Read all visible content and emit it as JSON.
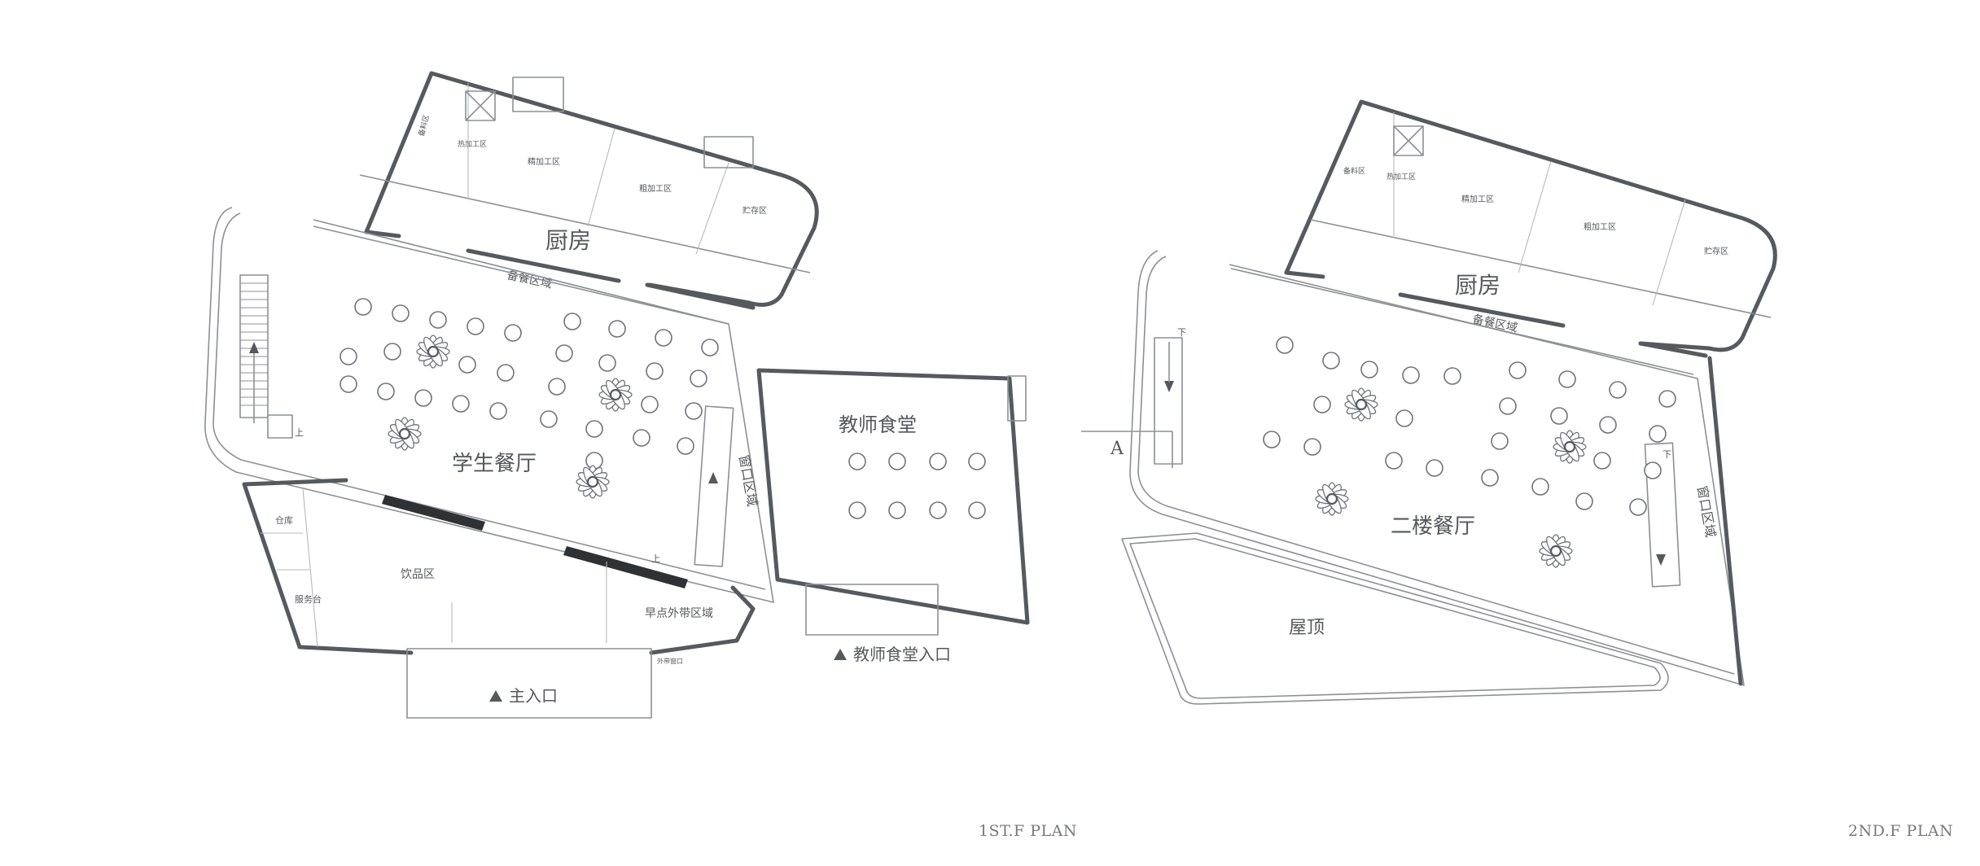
{
  "captions": {
    "first_floor": "1ST.F PLAN",
    "second_floor": "2ND.F PLAN"
  },
  "floor1": {
    "kitchen": "厨房",
    "serving_area": "备餐区域",
    "small_room_1": "备料区",
    "small_room_2": "热加工区",
    "fine_processing": "精加工区",
    "rough_processing": "粗加工区",
    "storage": "贮存区",
    "student_dining": "学生餐厅",
    "window_area": "窗口区域",
    "teacher_dining": "教师食堂",
    "warehouse": "仓库",
    "service_desk": "服务台",
    "drinks_area": "饮品区",
    "breakfast_takeaway": "早点外带区域",
    "takeaway_window": "外带窗口",
    "main_entrance": "主入口",
    "teacher_entrance": "教师食堂入口",
    "up_1": "上",
    "up_2": "上"
  },
  "floor2": {
    "kitchen": "厨房",
    "serving_area": "备餐区域",
    "small_room_1": "备料区",
    "small_room_2": "热加工区",
    "fine_processing": "精加工区",
    "rough_processing": "粗加工区",
    "storage": "贮存区",
    "second_floor_dining": "二楼餐厅",
    "window_area": "窗口区域",
    "roof": "屋顶",
    "down_1": "下",
    "down_2": "下",
    "section_mark": "A"
  },
  "colors": {
    "wall": "#555a5f",
    "line": "#8c9095",
    "fill": "#2f3235",
    "text": "#55585c"
  },
  "icons": {
    "entrance_marker": "triangle-up",
    "table": "circle",
    "feature": "flower"
  }
}
